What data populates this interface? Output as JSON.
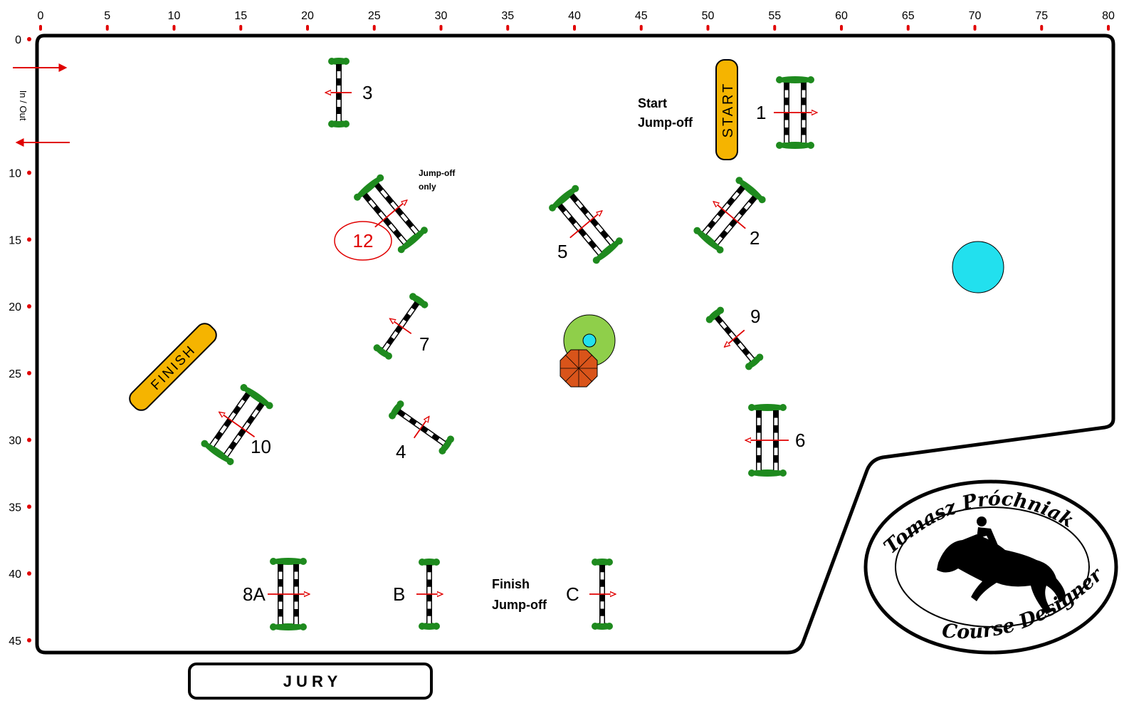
{
  "ruler": {
    "x_ticks": [
      "0",
      "5",
      "10",
      "15",
      "20",
      "25",
      "30",
      "35",
      "40",
      "45",
      "50",
      "55",
      "60",
      "65",
      "70",
      "75",
      "80"
    ],
    "y_ticks": [
      "0",
      "10",
      "15",
      "20",
      "25",
      "30",
      "35",
      "40",
      "45"
    ]
  },
  "arena": {
    "entrance_label": "In / Out",
    "start_label": "START",
    "finish_label": "FINISH",
    "start_jumpoff": [
      "Start",
      "Jump-off"
    ],
    "finish_jumpoff": [
      "Finish",
      "Jump-off"
    ],
    "jumpoff_only": [
      "Jump-off",
      "only"
    ],
    "jury_label": "J U R Y"
  },
  "obstacles": {
    "o1": "1",
    "o2": "2",
    "o3": "3",
    "o4": "4",
    "o5": "5",
    "o6": "6",
    "o7": "7",
    "o8a": "8A",
    "o9": "9",
    "o10": "10",
    "o12": "12",
    "ob": "B",
    "oc": "C"
  },
  "logo": {
    "top_text": "Tomasz Próchniak",
    "bottom_text": "Course Designer"
  },
  "colors": {
    "line": "#000000",
    "tick_dot": "#e00000",
    "arrow": "#e00000",
    "sign": "#f5b400",
    "green_plant": "#1e8a1e",
    "water": "#22e0ee",
    "lawn": "#8fcf4a",
    "umbrella": "#d9541a"
  }
}
